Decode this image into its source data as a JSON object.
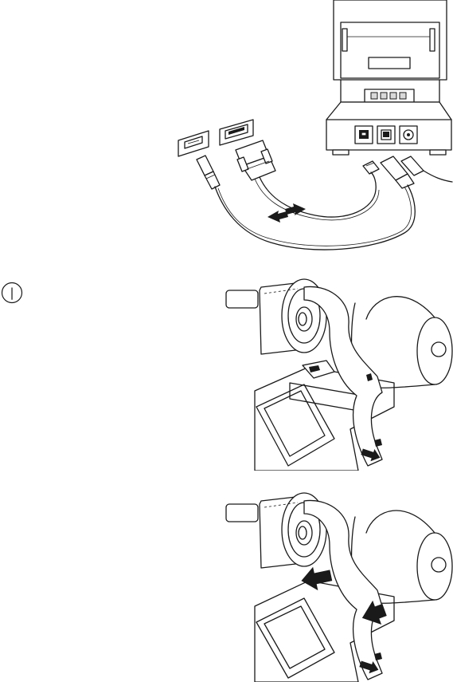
{
  "figures": [
    {
      "id": "connect-cables"
    },
    {
      "id": "load-paper-roll"
    },
    {
      "id": "close-cover"
    }
  ],
  "info_icon": {
    "glyph": "|"
  }
}
